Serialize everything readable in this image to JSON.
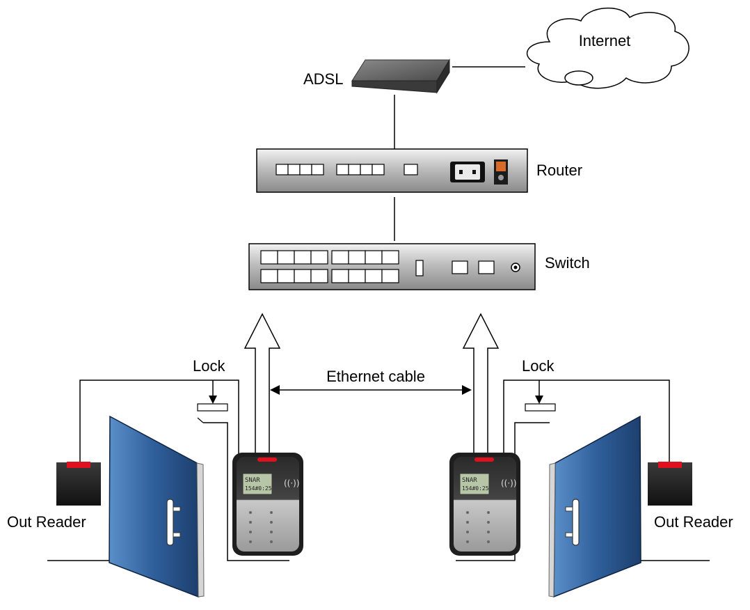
{
  "labels": {
    "internet": "Internet",
    "adsl": "ADSL",
    "router": "Router",
    "switch": "Switch",
    "lock_left": "Lock",
    "lock_right": "Lock",
    "ethernet": "Ethernet cable",
    "out_reader_left": "Out Reader",
    "out_reader_right": "Out Reader"
  },
  "terminal_screen": [
    "SNAR",
    "154#0:25"
  ],
  "colors": {
    "door_blue": "#2f5f9a",
    "reader_red": "#e0101e",
    "device_grey": "#9a9a9a"
  }
}
